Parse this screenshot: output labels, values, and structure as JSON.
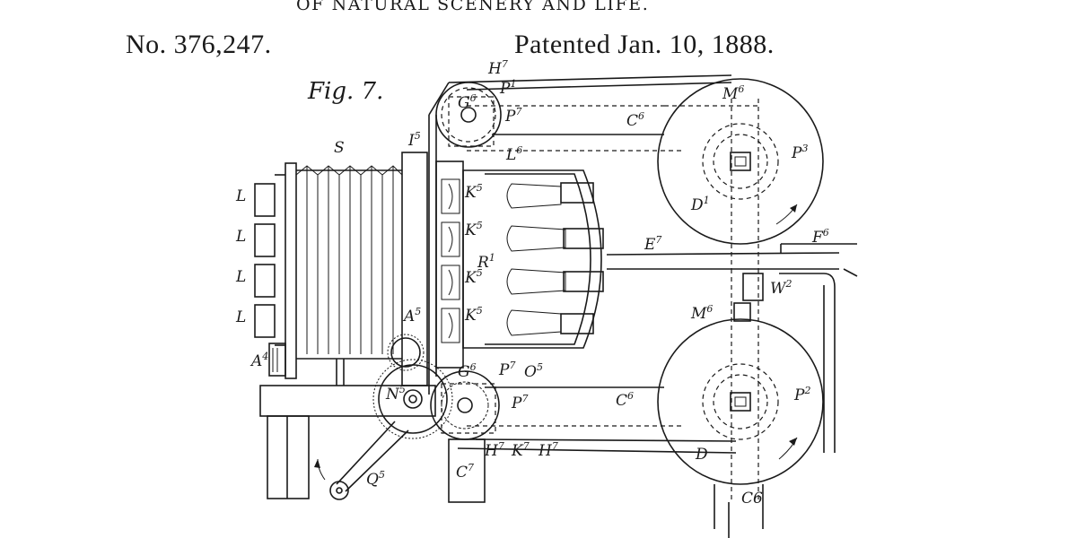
{
  "header": {
    "subtitle": "OF NATURAL SCENERY AND LIFE.",
    "patent_number": "No. 376,247.",
    "patent_date": "Patented Jan. 10, 1888."
  },
  "figure": {
    "label": "Fig. 7."
  },
  "labels": {
    "S": "S",
    "L": "L",
    "I5": "I",
    "I5_sup": "5",
    "L6": "L",
    "L6_sup": "6",
    "H7": "H",
    "H7_sup": "7",
    "P1": "P",
    "P1_sup": "1",
    "P7": "P",
    "P7_sup": "7",
    "G6": "G",
    "G6_sup": "6",
    "C6": "C",
    "C6_sup": "6",
    "M6": "M",
    "M6_sup": "6",
    "P3": "P",
    "P3_sup": "3",
    "D1": "D",
    "D1_sup": "1",
    "K5": "K",
    "K5_sup": "5",
    "R1": "R",
    "R1_sup": "1",
    "E7": "E",
    "E7_sup": "7",
    "F6": "F",
    "F6_sup": "6",
    "W2": "W",
    "W2_sup": "2",
    "P2": "P",
    "P2_sup": "2",
    "D": "D",
    "N5": "N",
    "N5_sup": "5",
    "O5": "O",
    "O5_sup": "5",
    "Q5": "Q",
    "Q5_sup": "5",
    "C7": "C",
    "C7_sup": "7",
    "A4": "A",
    "A4_sup": "4",
    "A5": "A",
    "A5_sup": "5",
    "K7": "K",
    "K7_sup": "7",
    "C6b": "C6"
  }
}
